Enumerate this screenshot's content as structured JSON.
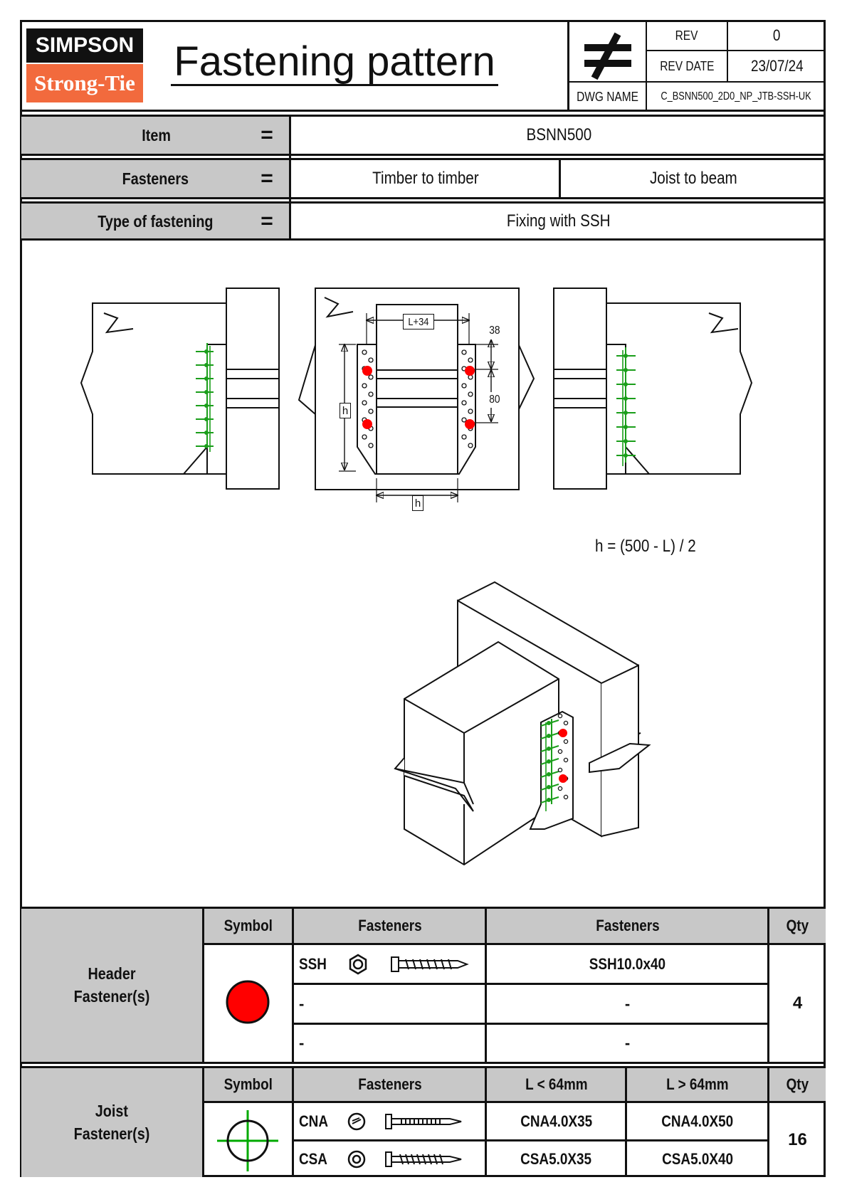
{
  "logo": {
    "line1": "SIMPSON",
    "line2": "Strong-Tie"
  },
  "title": "Fastening pattern",
  "title_block": {
    "rev_label": "REV",
    "rev_value": "0",
    "rev_date_label": "REV DATE",
    "rev_date_value": "23/07/24",
    "dwg_name_label": "DWG NAME",
    "dwg_name_value": "C_BSNN500_2D0_NP_JTB-SSH-UK"
  },
  "info": {
    "item_label": "Item",
    "item_value": "BSNN500",
    "fasteners_label": "Fasteners",
    "fasteners_value_1": "Timber to timber",
    "fasteners_value_2": "Joist to beam",
    "type_label": "Type of fastening",
    "type_value": "Fixing with SSH",
    "equals": "="
  },
  "drawing": {
    "dim_top": "L+34",
    "dim_38": "38",
    "dim_80": "80",
    "dim_h": "h",
    "dim_h_bottom": "h",
    "formula": "h = (500 - L) / 2"
  },
  "header_table": {
    "section_label_1": "Header",
    "section_label_2": "Fastener(s)",
    "symbol_header": "Symbol",
    "fasteners_header_1": "Fasteners",
    "fasteners_header_2": "Fasteners",
    "qty_header": "Qty",
    "rows": [
      {
        "type": "SSH",
        "ref": "SSH10.0x40"
      },
      {
        "type": "-",
        "ref": "-"
      },
      {
        "type": "-",
        "ref": "-"
      }
    ],
    "qty": "4",
    "symbol_color": "#ff0000"
  },
  "joist_table": {
    "section_label_1": "Joist",
    "section_label_2": "Fastener(s)",
    "symbol_header": "Symbol",
    "fasteners_header": "Fasteners",
    "l_lt_header": "L < 64mm",
    "l_gt_header": "L > 64mm",
    "qty_header": "Qty",
    "rows": [
      {
        "type": "CNA",
        "lt": "CNA4.0X35",
        "gt": "CNA4.0X50"
      },
      {
        "type": "CSA",
        "lt": "CSA5.0X35",
        "gt": "CSA5.0X40"
      }
    ],
    "qty": "16",
    "symbol_color": "#00aa00"
  }
}
